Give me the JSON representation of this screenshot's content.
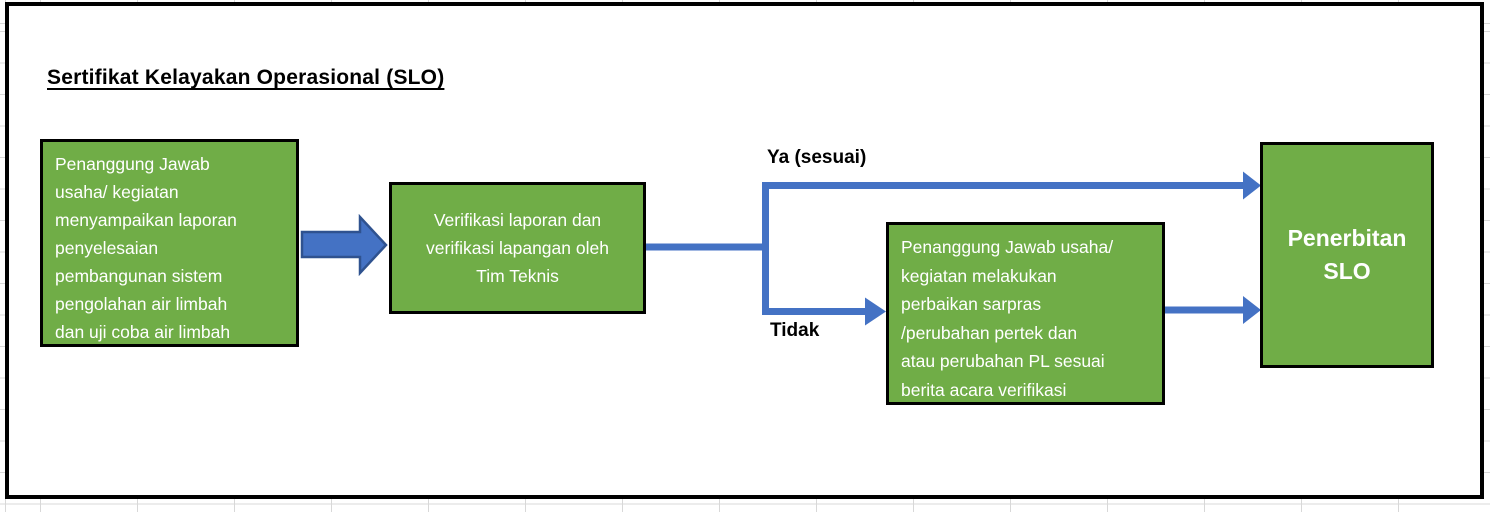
{
  "diagram": {
    "title": "Sertifikat Kelayakan Operasional (SLO)",
    "nodes": {
      "submit_report": {
        "text": "Penanggung Jawab\nusaha/ kegiatan\nmenyampaikan laporan\npenyelesaian\npembangunan sistem\npengolahan air limbah\ndan uji coba air limbah"
      },
      "verification": {
        "text": "Verifikasi laporan dan\nverifikasi lapangan oleh\nTim Teknis"
      },
      "repair": {
        "text": "Penanggung Jawab usaha/\nkegiatan melakukan\nperbaikan sarpras\n/perubahan pertek dan\natau perubahan PL sesuai\nberita acara verifikasi"
      },
      "issuance": {
        "text": "Penerbitan\nSLO"
      }
    },
    "labels": {
      "yes": "Ya (sesuai)",
      "no": "Tidak"
    },
    "colors": {
      "node_fill": "#70AD47",
      "node_border": "#000000",
      "arrow_fill": "#4472C4",
      "arrow_stroke": "#2F528F",
      "node_text": "#FFFFFF",
      "label_text": "#000000",
      "grid": "#D8D8D8",
      "frame": "#000000",
      "canvas_bg": "#FFFFFF"
    }
  }
}
